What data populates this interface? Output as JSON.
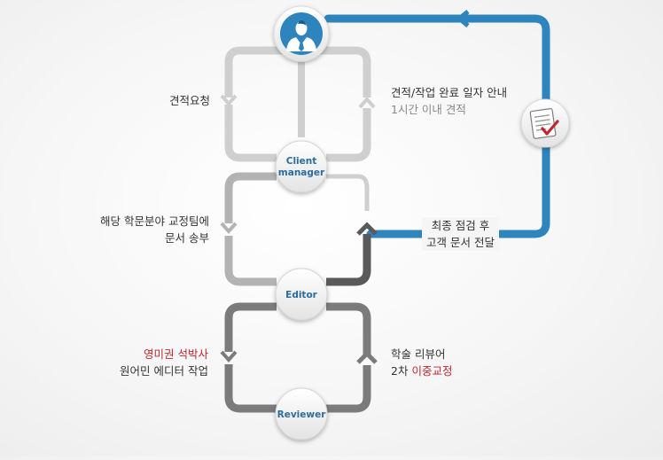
{
  "colors": {
    "blue": "#2e84bd",
    "top_loop": "#cfcfcf",
    "mid_loop": "#b3b3b3",
    "mid_loop_dark": "#5a5a5a",
    "bottom_loop": "#7b7b7b",
    "accent_red": "#c0272d",
    "node_text": "#2a6c9c"
  },
  "nodes": {
    "client_manager": {
      "line1": "Client",
      "line2": "manager"
    },
    "editor": "Editor",
    "reviewer": "Reviewer"
  },
  "labels": {
    "request_quote": "견적요청",
    "quote_notice_line1": "견적/작업 완료 일자 안내",
    "quote_notice_line2": "1시간 이내 견적",
    "send_to_team_line1": "해당 학문분야 교정팀에",
    "send_to_team_line2": "문서 송부",
    "final_check_line1": "최종 점검 후",
    "final_check_line2": "고객 문서 전달",
    "editor_credentials_line1": "영미권 석박사",
    "editor_credentials_line2": "원어민 에디터 작업",
    "review_line1": "학술 리뷰어",
    "review_line2_prefix": "2차",
    "review_line2_highlight": "이중교정"
  },
  "icons": {
    "customer": "businessman-icon",
    "document": "document-check-icon"
  }
}
